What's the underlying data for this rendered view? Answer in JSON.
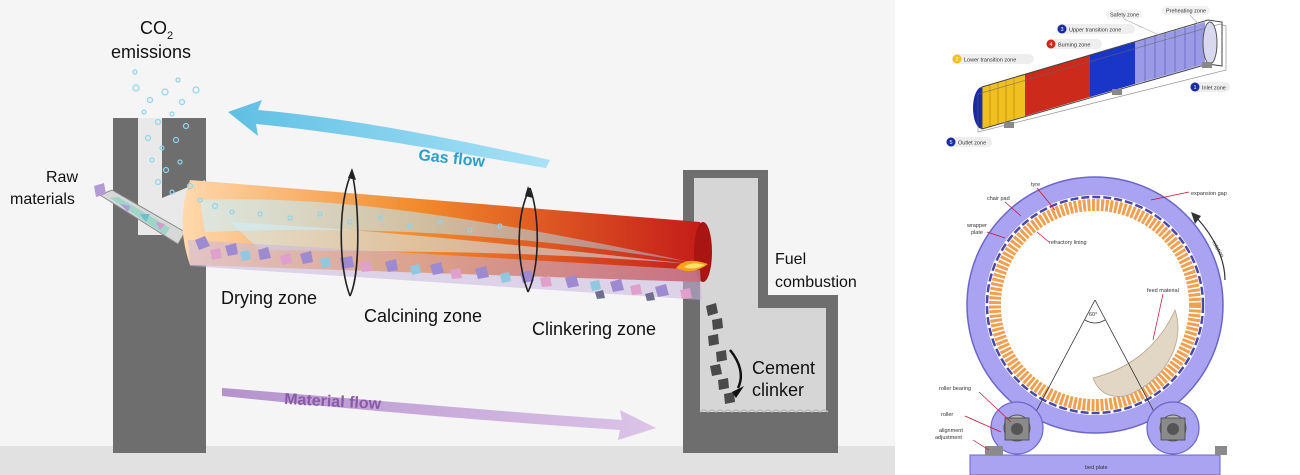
{
  "main": {
    "co2_prefix": "CO",
    "co2_sub": "2",
    "emissions": "emissions",
    "raw_line1": "Raw",
    "raw_line2": "materials",
    "gas_flow": "Gas flow",
    "material_flow": "Material flow",
    "drying_zone": "Drying zone",
    "calcining_zone": "Calcining zone",
    "clinkering_zone": "Clinkering zone",
    "fuel_line1": "Fuel",
    "fuel_line2": "combustion",
    "cement_line1": "Cement",
    "cement_line2": "clinker"
  },
  "zones": {
    "z1_num": "1",
    "z1_label": "Inlet zone",
    "z2_num": "2",
    "z2_label": "Lower transition zone",
    "z3_num": "3",
    "z3_label": "Upper transition zone",
    "z4_num": "4",
    "z4_label": "Burning zone",
    "z5_num": "5",
    "z5_label": "Outlet zone",
    "safety": "Safety zone",
    "preheating": "Preheating zone"
  },
  "section": {
    "tyre": "tyre",
    "expansion_gap": "expansion gap",
    "chair_pad": "chair pad",
    "wrapper_plate_1": "wrapper",
    "wrapper_plate_2": "plate",
    "refractory": "refractory lining",
    "rotation": "rotation",
    "feed_material": "feed material",
    "angle": "60°",
    "roller_bearing": "roller bearing",
    "roller": "roller",
    "alignment_1": "alignment",
    "alignment_2": "adjustment",
    "bed_plate": "bed plate"
  },
  "colors": {
    "gas_arrow": "#7fd0ec",
    "material_arrow": "#c7a6d8",
    "kiln_start": "#ffd7a8",
    "kiln_mid": "#f08a2a",
    "kiln_end": "#c81e1e",
    "wall": "#6b6b6b",
    "tyre": "#a9a3f2",
    "lining": "#f0a050",
    "zone1": "#1a2aa0",
    "zone2": "#f2c21a",
    "zone3": "#cc2a1a",
    "zone4": "#1a3ad0",
    "zone5": "#8a8ae0"
  }
}
